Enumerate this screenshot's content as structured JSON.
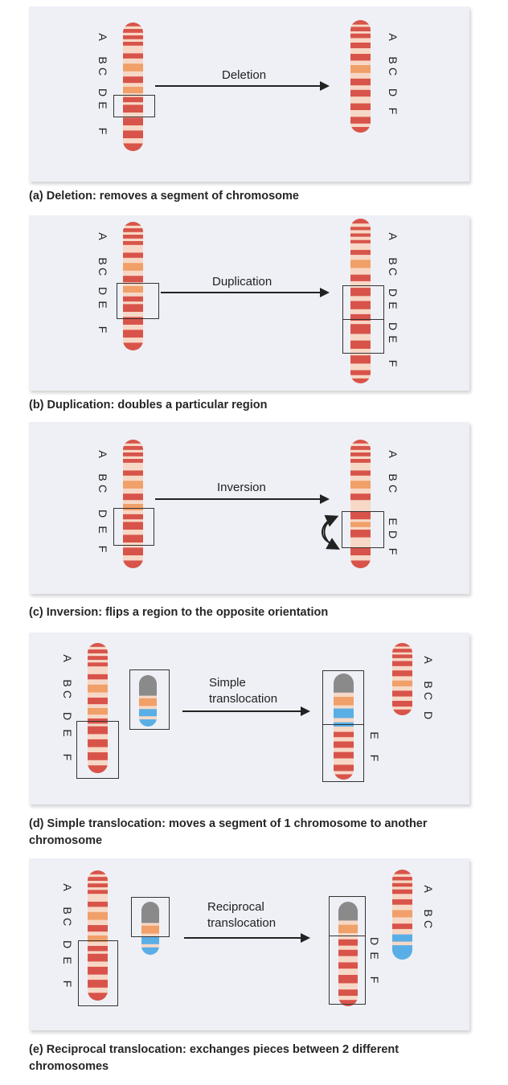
{
  "panels": {
    "a": {
      "operation": "Deletion",
      "caption": "(a) Deletion: removes a segment of chromosome",
      "left_labels": [
        "A",
        "B",
        "C",
        "D",
        "E",
        "F"
      ],
      "right_labels": [
        "A",
        "B",
        "C",
        "D",
        "F"
      ]
    },
    "b": {
      "operation": "Duplication",
      "caption": "(b) Duplication: doubles a particular region",
      "left_labels": [
        "A",
        "B",
        "C",
        "D",
        "E",
        "F"
      ],
      "right_labels": [
        "A",
        "B",
        "C",
        "D",
        "E",
        "D",
        "E",
        "F"
      ]
    },
    "c": {
      "operation": "Inversion",
      "caption": "(c) Inversion: flips a region to the opposite orientation",
      "left_labels": [
        "A",
        "B",
        "C",
        "D",
        "E",
        "F"
      ],
      "right_labels": [
        "A",
        "B",
        "C",
        "E",
        "D",
        "F"
      ]
    },
    "d": {
      "operation": "Simple translocation",
      "caption": "(d) Simple translocation: moves a segment of 1 chromosome to another chromosome",
      "left_labels": [
        "A",
        "B",
        "C",
        "D",
        "E",
        "F"
      ],
      "right_labels": [
        "A",
        "B",
        "C",
        "D"
      ],
      "moved_labels": [
        "E",
        "F"
      ]
    },
    "e": {
      "operation": "Reciprocal translocation",
      "caption": "(e) Reciprocal translocation: exchanges pieces between 2 different chromosomes",
      "left_labels": [
        "A",
        "B",
        "C",
        "D",
        "E",
        "F"
      ],
      "right_labels": [
        "A",
        "B",
        "C"
      ],
      "moved_labels": [
        "D",
        "E",
        "F"
      ]
    }
  },
  "colors": {
    "band_dark": "#d8544a",
    "band_light": "#f7d8c6",
    "band_orange": "#f0a068",
    "band_blue": "#5aaee6",
    "centromere_gray": "#8a8a8a",
    "panel_bg": "#eef0f6"
  }
}
